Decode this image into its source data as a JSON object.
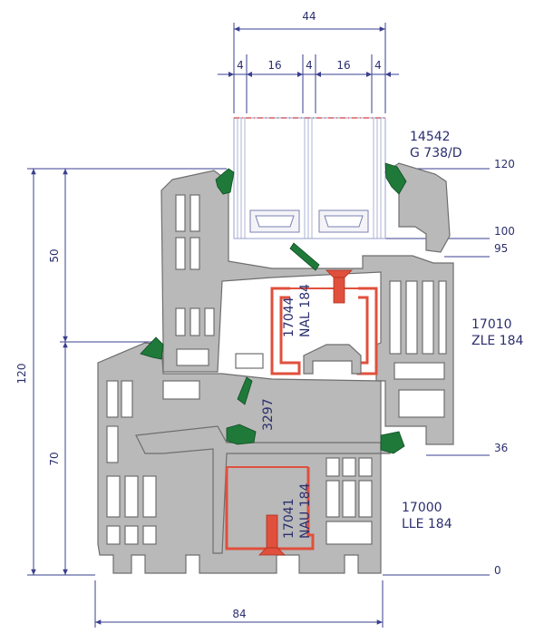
{
  "colors": {
    "dimension": "#3a3f8f",
    "profile_fill": "#b9b9b9",
    "profile_stroke": "#6e6e6e",
    "reinforcement": "#e0503c",
    "gasket": "#1f7a3a",
    "glass_line": "#9aa0cc",
    "glass_cut": "#d04040"
  },
  "dimensions": {
    "glazing_total": "44",
    "glazing_parts": [
      "4",
      "16",
      "4",
      "16",
      "4"
    ],
    "height_total": "120",
    "height_upper": "50",
    "height_lower": "70",
    "width_total": "84",
    "right_levels": [
      "120",
      "100",
      "95",
      "36",
      "0"
    ]
  },
  "labels": {
    "glass_code": "14542",
    "glass_sub": "G 738/D",
    "sash_code": "17010",
    "sash_sub": "ZLE 184",
    "reinf_sash_code": "17044",
    "reinf_sash_sub": "NAL 184",
    "gasket_code": "3297",
    "reinf_frame_code": "17041",
    "reinf_frame_sub": "NAU 184",
    "frame_code": "17000",
    "frame_sub": "LLE 184"
  }
}
